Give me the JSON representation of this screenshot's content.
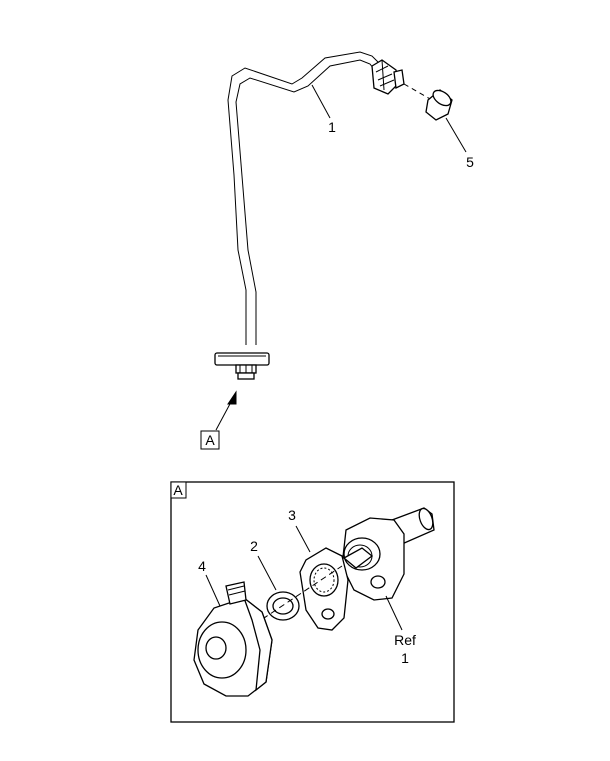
{
  "callouts": {
    "tube_line": "1",
    "seal_washer": "2",
    "retaining_plate": "3",
    "connector_fitting": "4",
    "end_cap": "5"
  },
  "view": {
    "view_marker": "A",
    "detail_frame_label": "A",
    "ref_prefix": "Ref",
    "ref_number": "1"
  }
}
